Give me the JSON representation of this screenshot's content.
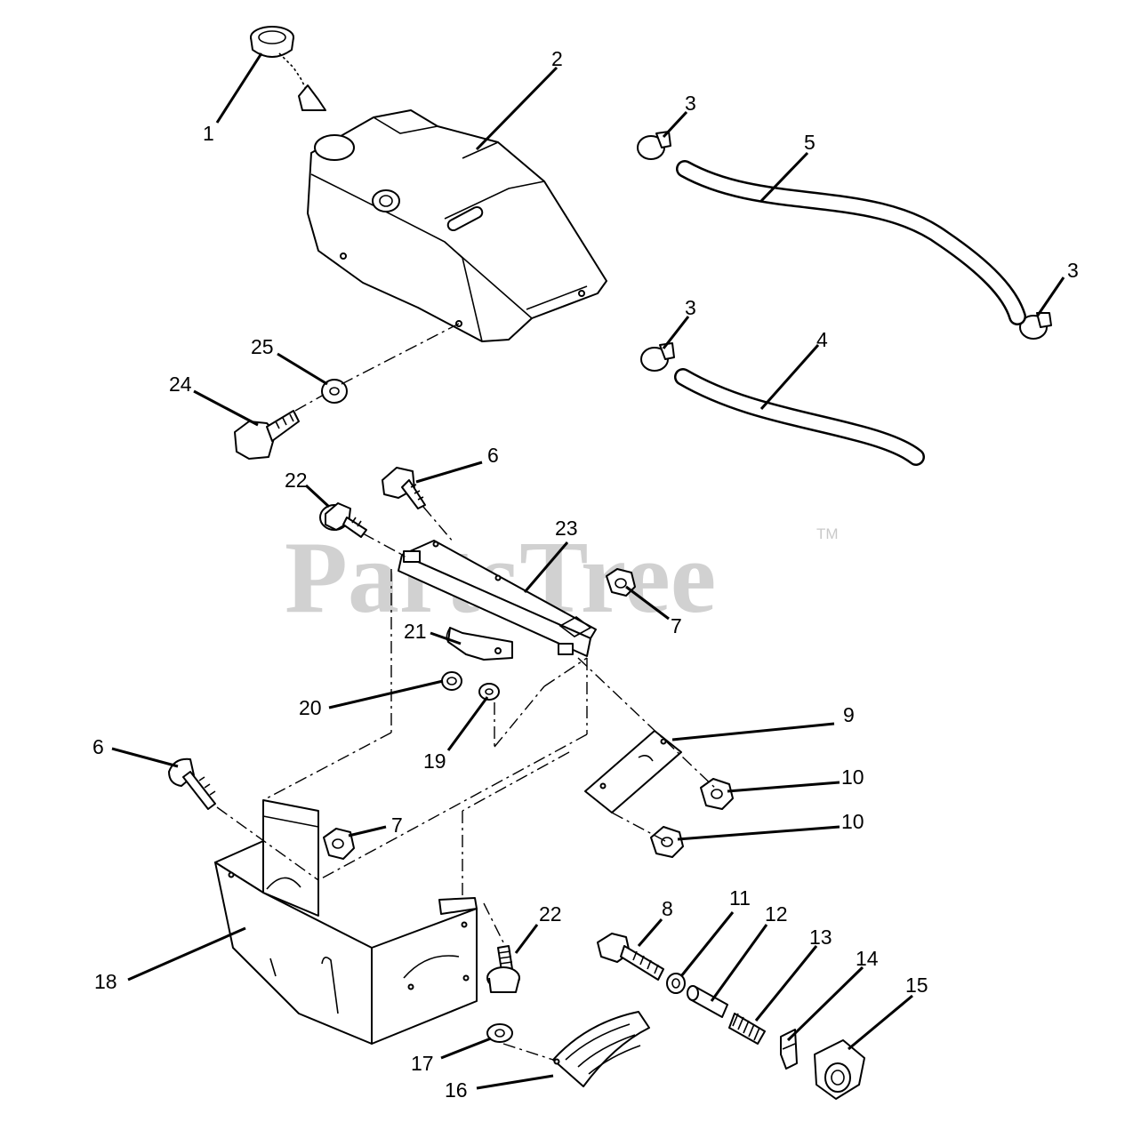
{
  "watermark": {
    "text": "PartsTree",
    "mark": "TM"
  },
  "callouts": [
    {
      "id": "c1",
      "label": "1"
    },
    {
      "id": "c2",
      "label": "2"
    },
    {
      "id": "c3a",
      "label": "3"
    },
    {
      "id": "c3b",
      "label": "3"
    },
    {
      "id": "c3c",
      "label": "3"
    },
    {
      "id": "c4",
      "label": "4"
    },
    {
      "id": "c5",
      "label": "5"
    },
    {
      "id": "c6a",
      "label": "6"
    },
    {
      "id": "c6b",
      "label": "6"
    },
    {
      "id": "c7a",
      "label": "7"
    },
    {
      "id": "c7b",
      "label": "7"
    },
    {
      "id": "c8",
      "label": "8"
    },
    {
      "id": "c9",
      "label": "9"
    },
    {
      "id": "c10a",
      "label": "10"
    },
    {
      "id": "c10b",
      "label": "10"
    },
    {
      "id": "c11",
      "label": "11"
    },
    {
      "id": "c12",
      "label": "12"
    },
    {
      "id": "c13",
      "label": "13"
    },
    {
      "id": "c14",
      "label": "14"
    },
    {
      "id": "c15",
      "label": "15"
    },
    {
      "id": "c16",
      "label": "16"
    },
    {
      "id": "c17",
      "label": "17"
    },
    {
      "id": "c18",
      "label": "18"
    },
    {
      "id": "c19",
      "label": "19"
    },
    {
      "id": "c20",
      "label": "20"
    },
    {
      "id": "c21",
      "label": "21"
    },
    {
      "id": "c22a",
      "label": "22"
    },
    {
      "id": "c22b",
      "label": "22"
    },
    {
      "id": "c23",
      "label": "23"
    },
    {
      "id": "c24",
      "label": "24"
    },
    {
      "id": "c25",
      "label": "25"
    }
  ]
}
